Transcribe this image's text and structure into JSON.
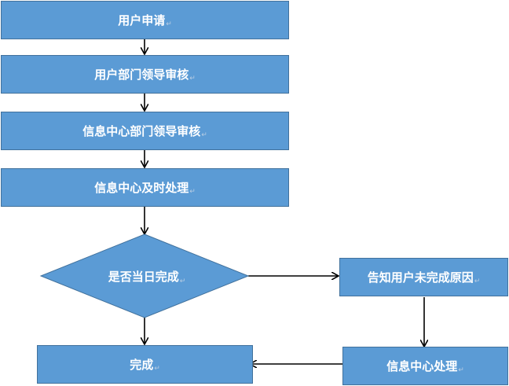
{
  "nodes": {
    "apply": "用户申请",
    "dept_review": "用户部门领导审核",
    "it_review": "信息中心部门领导审核",
    "it_handle": "信息中心及时处理",
    "decision": "是否当日完成",
    "notify": "告知用户未完成原因",
    "it_process": "信息中心处理",
    "complete": "完成"
  },
  "paragraph_mark": "↵",
  "colors": {
    "fill": "#5b9bd5",
    "border": "#41719c",
    "text": "#ffffff",
    "arrow": "#000000"
  }
}
